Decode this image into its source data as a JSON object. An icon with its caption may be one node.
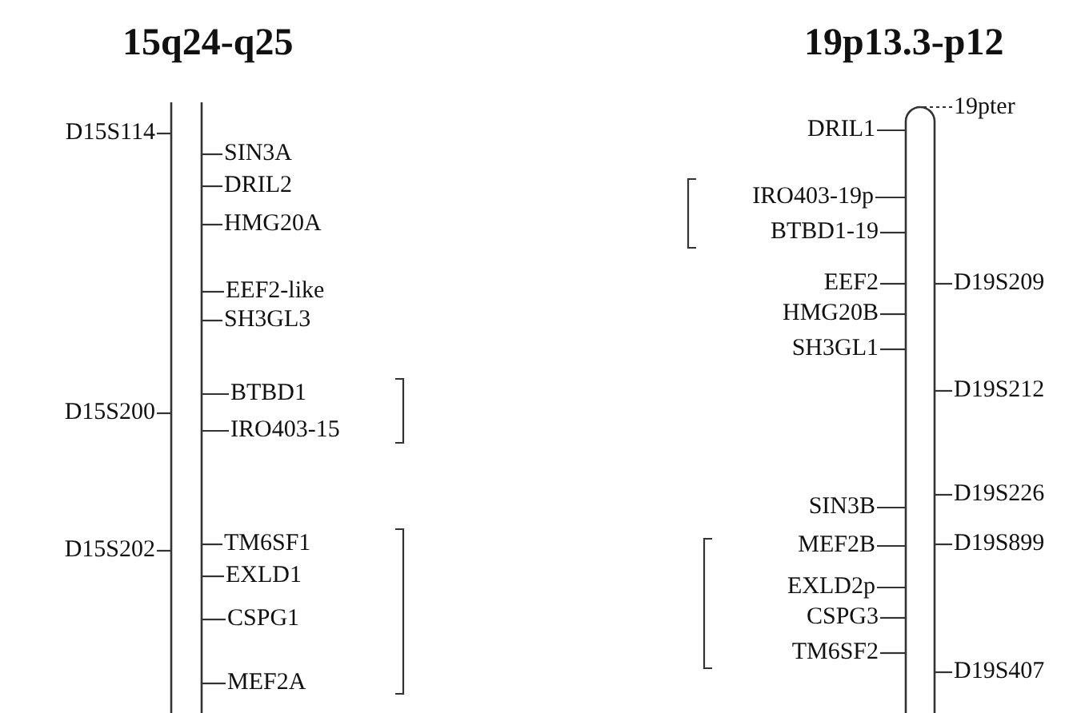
{
  "diagram": {
    "nodes": [
      {
        "text": [],
        "shape": "bar"
      },
      {
        "text": [],
        "shape": "bar"
      },
      {
        "text": [],
        "shape": "bar"
      },
      {
        "text": [
          "D15S114"
        ]
      },
      {
        "text": [
          "D15S200"
        ]
      },
      {
        "text": [
          "D15S202"
        ]
      },
      {
        "text": [
          "SIN3A"
        ]
      },
      {
        "text": [
          "DRIL2"
        ]
      },
      {
        "text": [
          "HMG20A"
        ]
      },
      {
        "text": [
          "EEF2-like"
        ]
      },
      {
        "text": [
          "SH3GL3"
        ]
      },
      {
        "text": [
          "BTBD1"
        ]
      },
      {
        "text": [
          "IRO403-15"
        ]
      },
      {
        "text": [
          "TM6SF1"
        ]
      },
      {
        "text": [
          "EXLD1"
        ]
      },
      {
        "text": [
          "CSPG1"
        ]
      },
      {
        "text": [
          "MEF2A"
        ]
      },
      {
        "text": [
          "DRIL1"
        ]
      },
      {
        "text": [
          "IRO403-19p"
        ]
      },
      {
        "text": [
          "BTBD1-19"
        ]
      },
      {
        "text": [
          "EEF2"
        ]
      },
      {
        "text": [
          "HMG20B"
        ]
      },
      {
        "text": [
          "SH3GL1"
        ]
      },
      {
        "text": [
          "SIN3B"
        ]
      },
      {
        "text": [
          "MEF2B"
        ]
      },
      {
        "text": [
          "EXLD2p"
        ]
      },
      {
        "text": [
          "CSPG3"
        ]
      },
      {
        "text": [
          "TM6SF2"
        ]
      },
      {
        "text": [
          "19pter"
        ]
      },
      {
        "text": [
          "D19S209"
        ]
      },
      {
        "text": [
          "D19S212"
        ]
      },
      {
        "text": [
          "D19S226"
        ]
      },
      {
        "text": [
          "D19S899"
        ]
      },
      {
        "text": [
          "D19S407"
        ]
      }
    ],
    "edges": [
      {
        "from": 3,
        "to": 0,
        "arrow": "none"
      },
      {
        "from": 4,
        "to": 0,
        "arrow": "none"
      },
      {
        "from": 5,
        "to": 0,
        "arrow": "none"
      },
      {
        "from": 6,
        "to": 1,
        "arrow": "none"
      },
      {
        "from": 7,
        "to": 1,
        "arrow": "none"
      },
      {
        "from": 8,
        "to": 1,
        "arrow": "none"
      },
      {
        "from": 9,
        "to": 1,
        "arrow": "none"
      },
      {
        "from": 10,
        "to": 1,
        "arrow": "none"
      },
      {
        "from": 11,
        "to": 1,
        "arrow": "none"
      },
      {
        "from": 12,
        "to": 1,
        "arrow": "none"
      },
      {
        "from": 13,
        "to": 1,
        "arrow": "none"
      },
      {
        "from": 14,
        "to": 1,
        "arrow": "none"
      },
      {
        "from": 15,
        "to": 1,
        "arrow": "none"
      },
      {
        "from": 16,
        "to": 1,
        "arrow": "none"
      },
      {
        "from": 17,
        "to": 2,
        "arrow": "none"
      },
      {
        "from": 18,
        "to": 2,
        "arrow": "none"
      },
      {
        "from": 19,
        "to": 2,
        "arrow": "none"
      },
      {
        "from": 20,
        "to": 2,
        "arrow": "none"
      },
      {
        "from": 21,
        "to": 2,
        "arrow": "none"
      },
      {
        "from": 22,
        "to": 2,
        "arrow": "none"
      },
      {
        "from": 23,
        "to": 2,
        "arrow": "none"
      },
      {
        "from": 24,
        "to": 2,
        "arrow": "none"
      },
      {
        "from": 25,
        "to": 2,
        "arrow": "none"
      },
      {
        "from": 26,
        "to": 2,
        "arrow": "none"
      },
      {
        "from": 27,
        "to": 2,
        "arrow": "none"
      },
      {
        "from": 28,
        "to": 2,
        "arrow": "none",
        "style": "dashed"
      },
      {
        "from": 29,
        "to": 2,
        "arrow": "none"
      },
      {
        "from": 30,
        "to": 2,
        "arrow": "none"
      },
      {
        "from": 31,
        "to": 2,
        "arrow": "none"
      },
      {
        "from": 32,
        "to": 2,
        "arrow": "none"
      },
      {
        "from": 33,
        "to": 2,
        "arrow": "none"
      }
    ],
    "labels": [
      "15q24-q25",
      "19p13.3-p12"
    ]
  }
}
